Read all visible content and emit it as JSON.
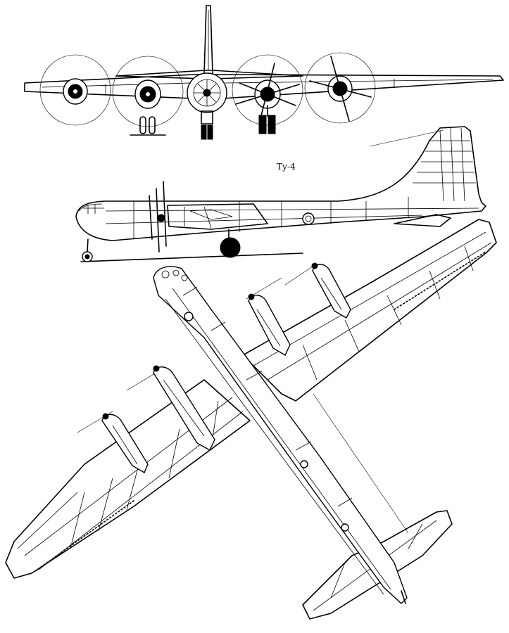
{
  "drawing": {
    "designation": "Ту-4",
    "views": [
      "front-view",
      "side-view",
      "plan-view"
    ],
    "ink_color": "#000000",
    "paper_color": "#ffffff"
  }
}
